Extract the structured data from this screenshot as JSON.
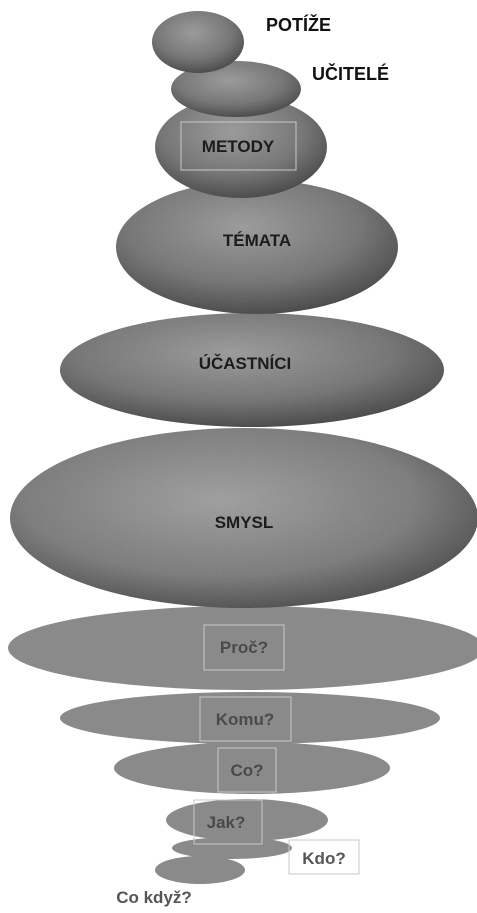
{
  "labels": {
    "potize": "POTÍŽE",
    "ucitele": "UČITELÉ",
    "metody": "METODY",
    "temata": "TÉMATA",
    "ucastnici": "ÚČASTNÍCI",
    "smysl": "SMYSL",
    "proc": "Proč?",
    "komu": "Komu?",
    "co": "Co?",
    "jak": "Jak?",
    "kdo": "Kdo?",
    "co_kdyz": "Co když?"
  },
  "colors": {
    "stone_light": "#9a9a9a",
    "stone_dark": "#3e3e3e",
    "reflection": "#8a8a8a",
    "reflection_text": "#4a4a4a",
    "label_text": "#1c1c1c"
  }
}
